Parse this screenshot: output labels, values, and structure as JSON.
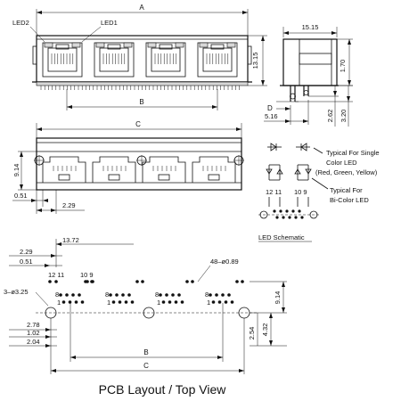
{
  "top_view": {
    "label_led2": "LED2",
    "label_led1": "LED1",
    "dim_a": "A",
    "dim_b": "B",
    "dim_1315": "13.15"
  },
  "side_view": {
    "dim_1515": "15.15",
    "dim_170": "1.70",
    "dim_d": "D",
    "dim_516": "5.16",
    "dim_262": "2.62",
    "dim_320": "3.20"
  },
  "front_view": {
    "dim_c": "C",
    "dim_914": "9.14",
    "dim_051": "0.51",
    "dim_229": "2.29"
  },
  "led_legend": {
    "single_line1": "Typical For Single",
    "single_line2": "Color LED",
    "single_line3": "(Red, Green, Yellow)",
    "bi_line1": "Typical For",
    "bi_line2": "Bi-Color LED",
    "pins_left": "12  11",
    "pins_right": "10  9",
    "schematic_label": "LED Schematic"
  },
  "pcb_layout": {
    "dim_1372": "13.72",
    "dim_229": "2.29",
    "dim_051": "0.51",
    "pins_12_11": "12  11",
    "pins_10_9": "10  9",
    "holes_small": "48–ø0.89",
    "holes_large": "3–ø3.25",
    "pin_8": "8",
    "pin_1": "1",
    "dim_278": "2.78",
    "dim_102": "1.02",
    "dim_204": "2.04",
    "dim_914": "9.14",
    "dim_432": "4.32",
    "dim_254": "2.54",
    "dim_b": "B",
    "dim_c": "C",
    "caption": "PCB Layout / Top View"
  }
}
